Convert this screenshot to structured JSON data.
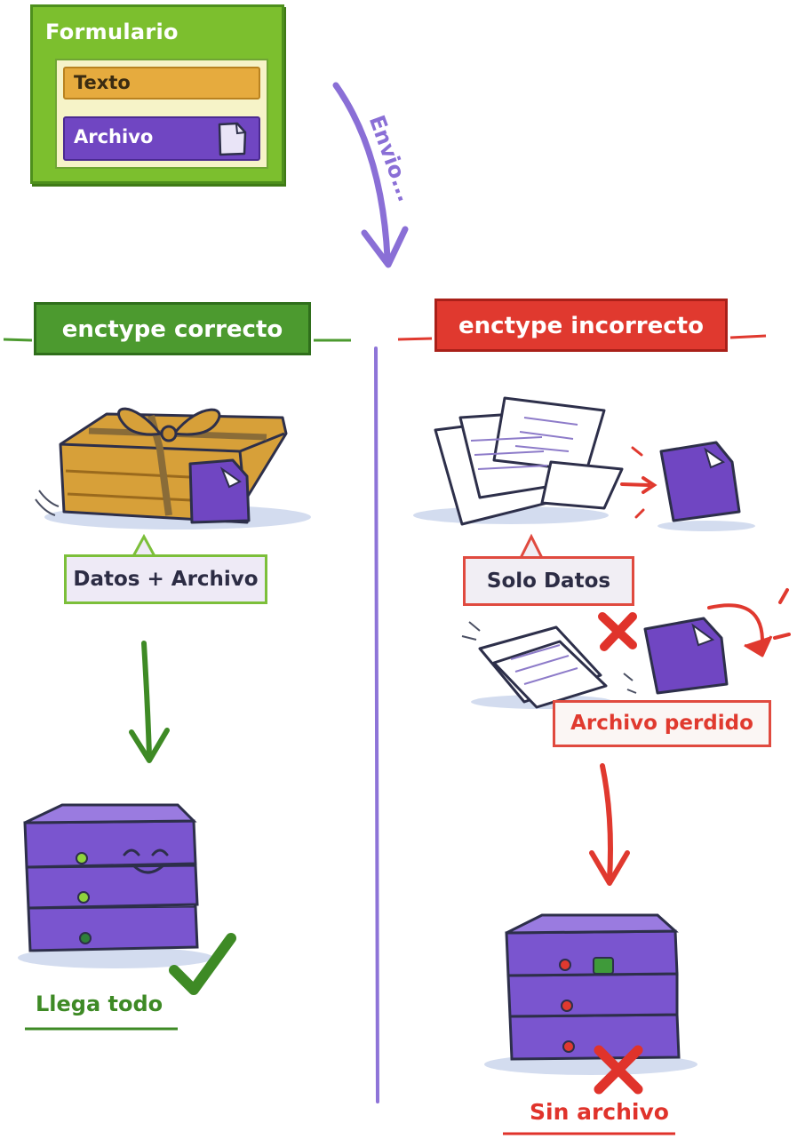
{
  "form": {
    "title": "Formulario",
    "text_field_label": "Texto",
    "file_field_label": "Archivo"
  },
  "submit_label": "Envio...",
  "left": {
    "banner": "enctype correcto",
    "bubble": "Datos + Archivo",
    "result": "Llega todo"
  },
  "right": {
    "banner": "enctype incorrecto",
    "bubble": "Solo Datos",
    "lost": "Archivo perdido",
    "result": "Sin archivo"
  },
  "colors": {
    "form_green": "#7cbf2e",
    "success_green": "#4c9a2f",
    "error_red": "#e0392f",
    "file_purple": "#7046c2",
    "server_purple": "#7a55cf",
    "arrow_purple": "#8a6fd6"
  },
  "icons": [
    "document-icon",
    "gift-box-icon",
    "paper-stack-icon",
    "server-icon",
    "check-icon",
    "cross-icon",
    "arrow-icon"
  ]
}
